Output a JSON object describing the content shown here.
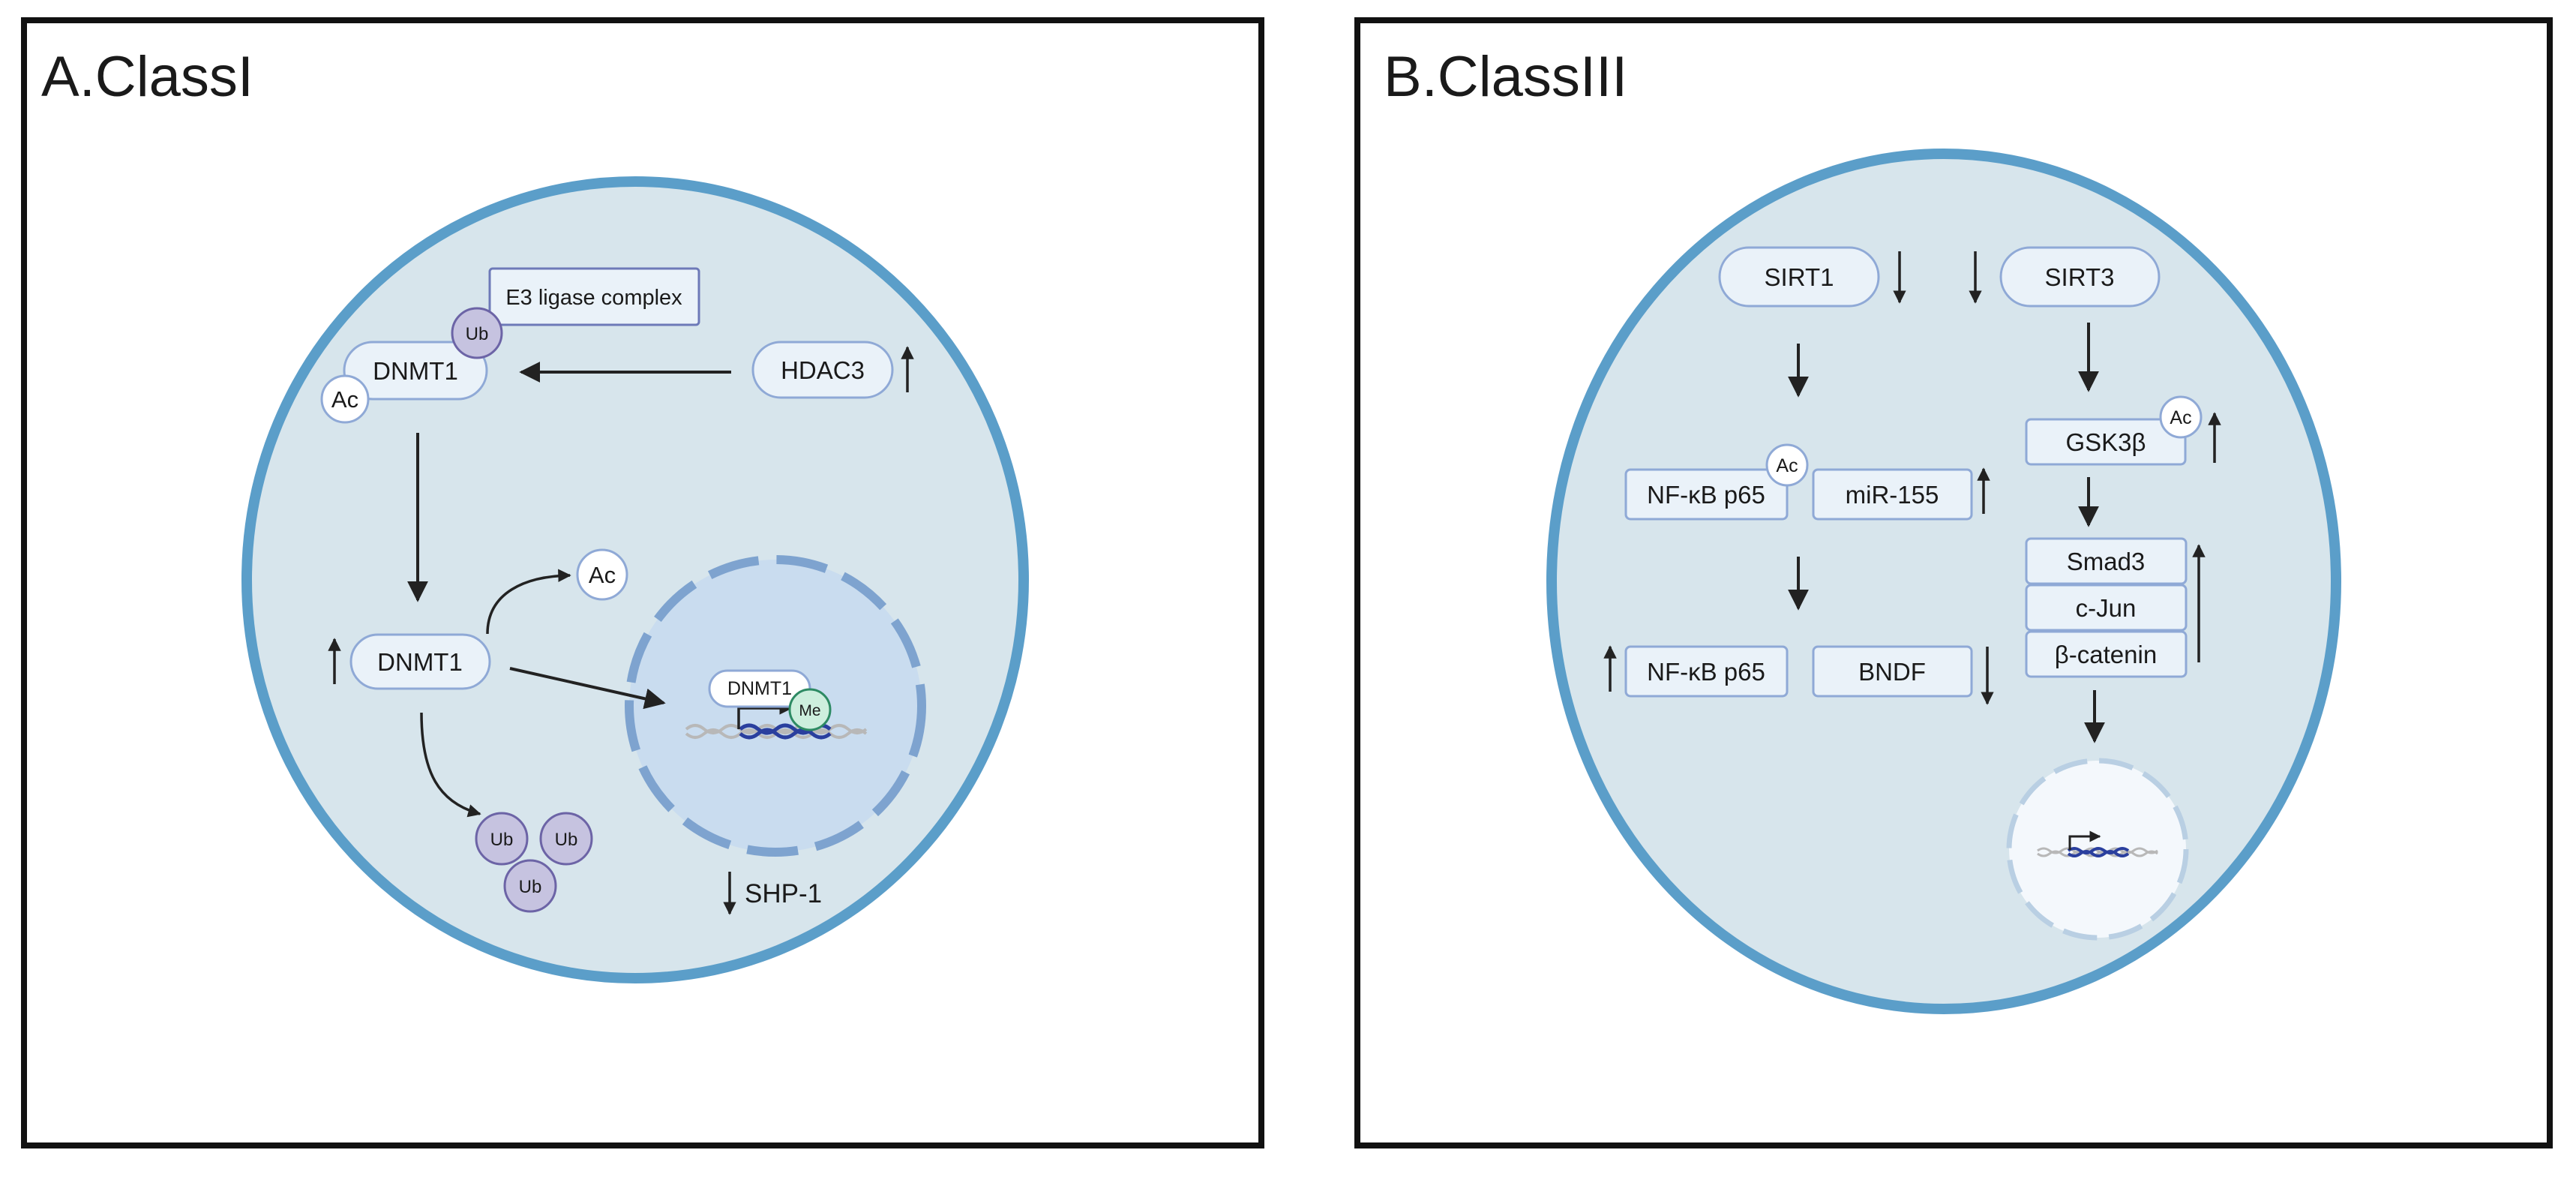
{
  "colors": {
    "frame": "#111111",
    "cell_fill": "#d7e5ec",
    "cell_border": "#5b9ec9",
    "nucleus_fill": "#c9dcef",
    "nucleus_border": "#7ea3cf",
    "pill_fill": "#eaf2f9",
    "pill_border": "#8fa9d6",
    "ub_fill": "#c6c3e0",
    "ub_border": "#6c64a6",
    "me_fill": "#cdeedd",
    "me_border": "#2d8a63",
    "dna_color": "#2a3f9e",
    "arrow": "#222222"
  },
  "panel_a": {
    "title": "A.ClassI",
    "e3_ligase": "E3 ligase complex",
    "ub": "Ub",
    "ac": "Ac",
    "dnmt1": "DNMT1",
    "hdac3": "HDAC3",
    "me": "Me",
    "shp1": "SHP-1"
  },
  "panel_b": {
    "title": "B.ClassIII",
    "sirt1": "SIRT1",
    "sirt3": "SIRT3",
    "ac": "Ac",
    "nfkb": "NF-κB p65",
    "mir155": "miR-155",
    "bndf": "BNDF",
    "gsk3b": "GSK3β",
    "smad3": "Smad3",
    "cjun": "c-Jun",
    "bcatenin": "β-catenin"
  }
}
